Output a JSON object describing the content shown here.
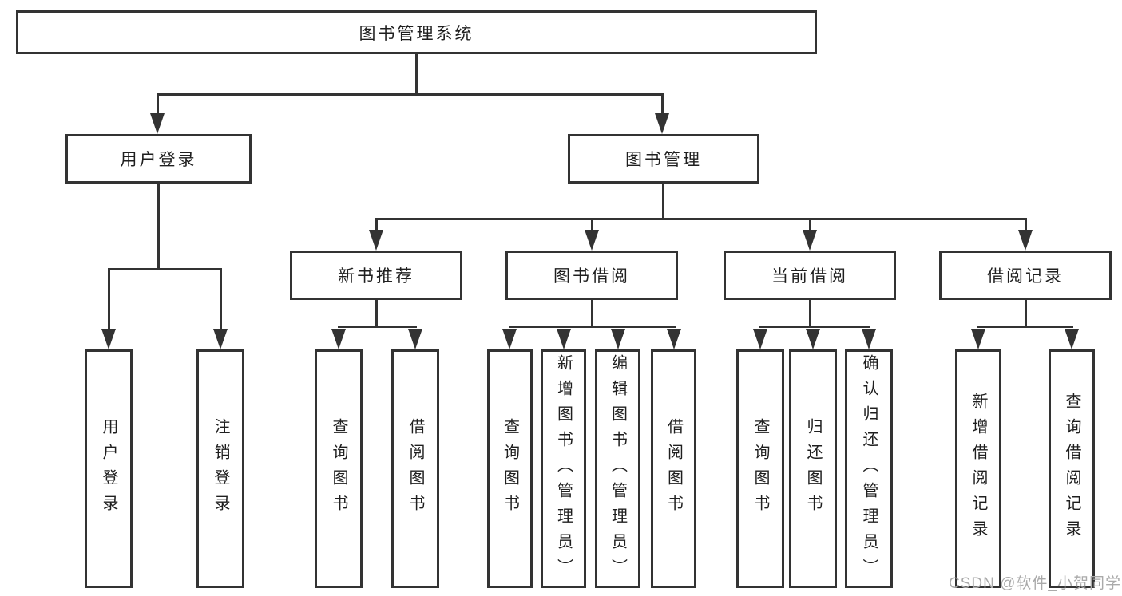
{
  "tree": {
    "label": "图书管理系统",
    "children": [
      {
        "label": "用户登录",
        "children": [
          {
            "label": "用户登录"
          },
          {
            "label": "注销登录"
          }
        ]
      },
      {
        "label": "图书管理",
        "children": [
          {
            "label": "新书推荐",
            "children": [
              {
                "label": "查询图书"
              },
              {
                "label": "借阅图书"
              }
            ]
          },
          {
            "label": "图书借阅",
            "children": [
              {
                "label": "查询图书"
              },
              {
                "label": "新增图书（管理员）"
              },
              {
                "label": "编辑图书（管理员）"
              },
              {
                "label": "借阅图书"
              }
            ]
          },
          {
            "label": "当前借阅",
            "children": [
              {
                "label": "查询图书"
              },
              {
                "label": "归还图书"
              },
              {
                "label": "确认归还（管理员）"
              }
            ]
          },
          {
            "label": "借阅记录",
            "children": [
              {
                "label": "新增借阅记录"
              },
              {
                "label": "查询借阅记录"
              }
            ]
          }
        ]
      }
    ]
  },
  "watermark": {
    "text": "CSDN @软件_小贺同学"
  },
  "colors": {
    "line": "#333333",
    "text": "#1f1f1f",
    "box_background": "#ffffff",
    "watermark": "#aaaaaa"
  }
}
